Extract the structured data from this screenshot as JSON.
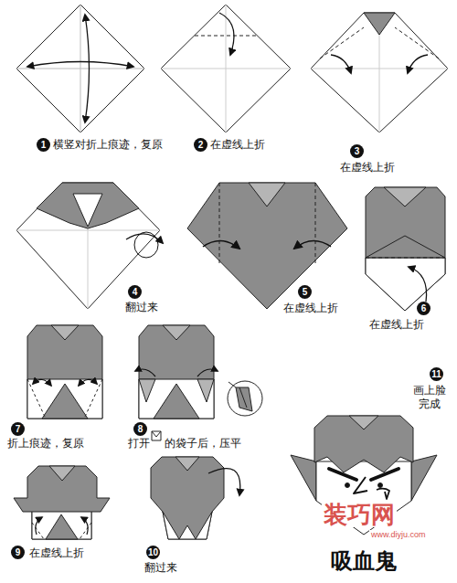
{
  "diagram": {
    "title": "吸血鬼",
    "labels": [
      "1",
      "横竖对折上痕迹，复原",
      "2",
      "在虚线上折",
      "3",
      "在虚线上折",
      "4",
      "翻过来",
      "5",
      "在虚线上折",
      "6",
      "在虚线上折",
      "7",
      "折上痕迹，复原",
      "8",
      "打开",
      "的袋子后，压平",
      "11",
      "画上脸",
      "完成",
      "9",
      "在虚线上折",
      "10",
      "翻过来",
      "装巧网",
      "www.diyju.com"
    ]
  }
}
